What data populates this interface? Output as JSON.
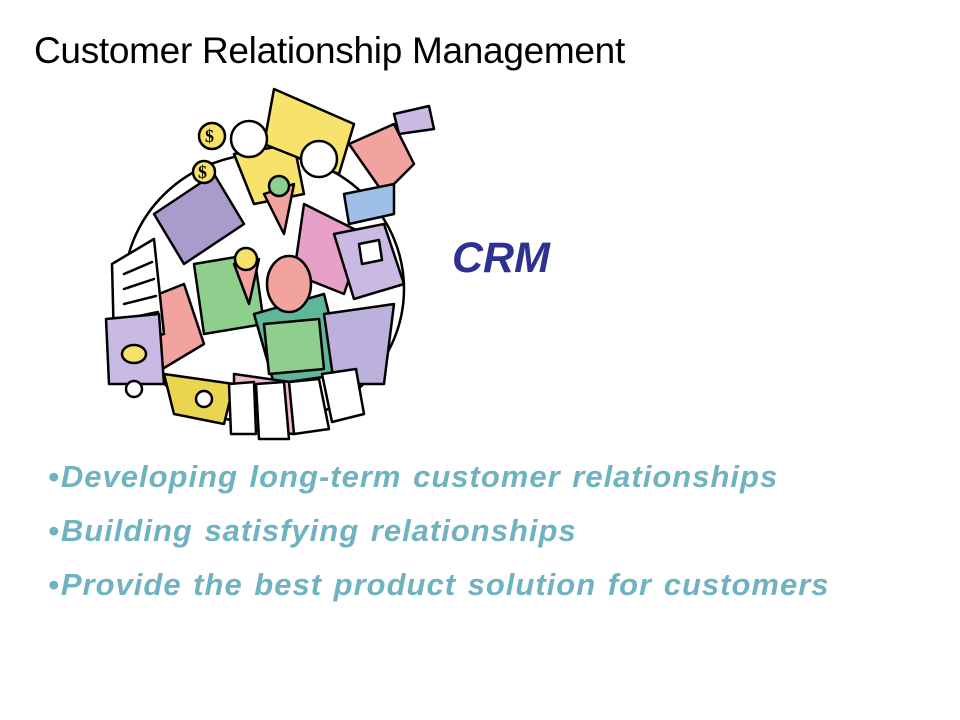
{
  "slide": {
    "title": "Customer Relationship Management",
    "crm_label": "CRM",
    "bullets": [
      "Developing long-term customer relationships",
      "Building satisfying relationships",
      "Provide the best product solution for customers"
    ],
    "bullet_glyph": "•"
  },
  "colors": {
    "title": "#000000",
    "crm_label": "#2e3192",
    "bullet_text": "#6fb3c0"
  },
  "clipart": {
    "icon": "shopping-town-illustration-icon",
    "symbols": [
      "$",
      "$"
    ]
  }
}
